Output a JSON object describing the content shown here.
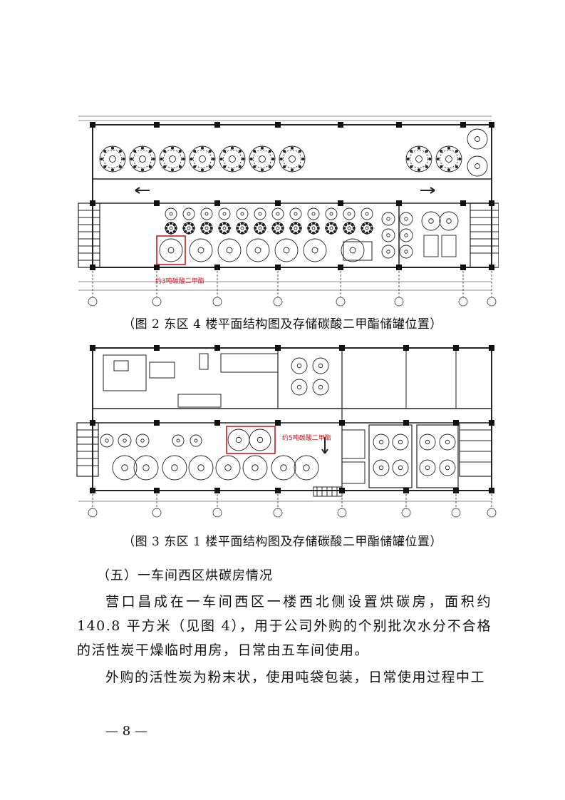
{
  "figure2": {
    "annotation": "约3吨碳酸二甲酯",
    "caption": "（图 2 东区 4 楼平面结构图及存储碳酸二甲酯储罐位置）"
  },
  "figure3": {
    "annotation": "约5吨碳酸二甲酯",
    "caption": "（图 3 东区 1 楼平面结构图及存储碳酸二甲酯储罐位置）"
  },
  "section": {
    "heading": "（五）一车间西区烘碳房情况",
    "paragraph1": "营口昌成在一车间西区一楼西北侧设置烘碳房，面积约 140.8 平方米（见图 4），用于公司外购的个别批次水分不合格的活性炭干燥临时用房，日常由五车间使用。",
    "paragraph2": "外购的活性炭为粉末状，使用吨袋包装，日常使用过程中工"
  },
  "page_number": "— 8 —",
  "colors": {
    "highlight": "#d0161e",
    "ink": "#111111"
  }
}
